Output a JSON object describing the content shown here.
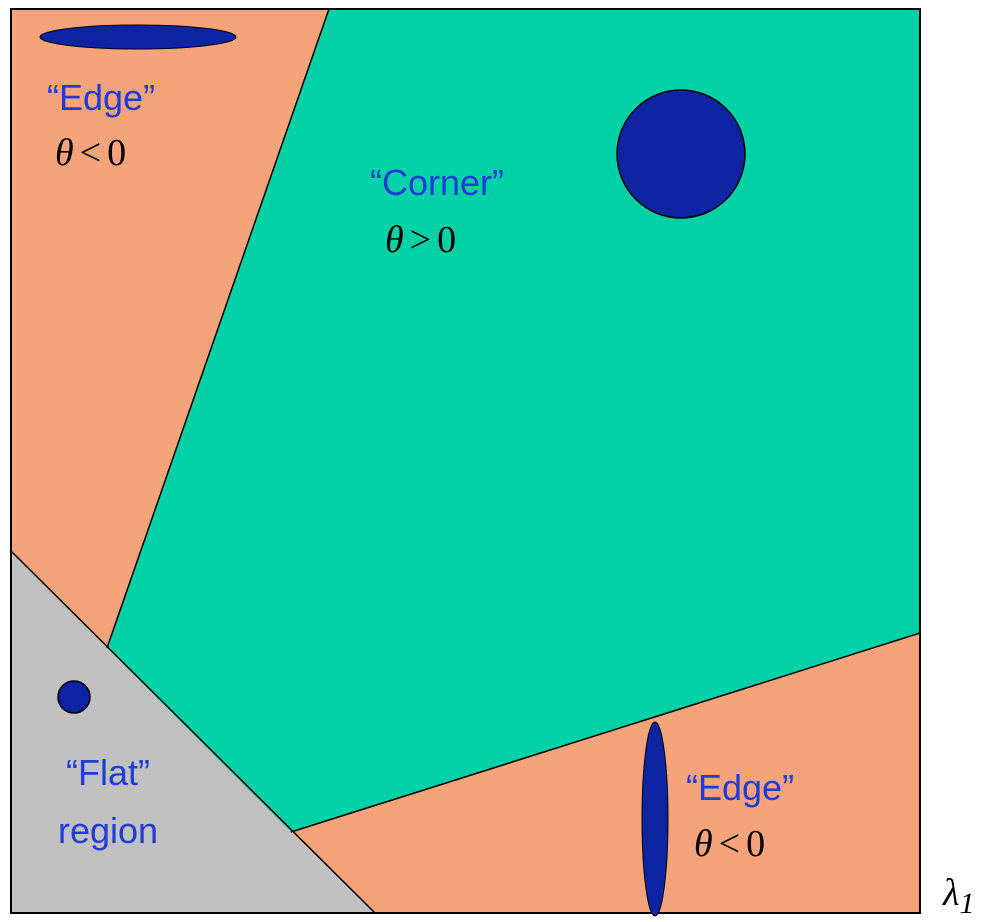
{
  "colors": {
    "edge_region": "#F5A37B",
    "corner_region": "#00D1A6",
    "flat_region": "#C0C0C0",
    "shape_fill": "#0C23A3",
    "label_text": "#1F3DD6",
    "border": "#000000"
  },
  "regions": {
    "edge_top": {
      "label": "“Edge”",
      "theta": "θ",
      "op": "<",
      "zero": "0"
    },
    "corner": {
      "label": "“Corner”",
      "theta": "θ",
      "op": ">",
      "zero": "0"
    },
    "flat": {
      "label_line1": "“Flat”",
      "label_line2": "region"
    },
    "edge_bottom": {
      "label": "“Edge”",
      "theta": "θ",
      "op": "<",
      "zero": "0"
    }
  },
  "axis": {
    "lambda": "λ",
    "subscript": "1"
  }
}
